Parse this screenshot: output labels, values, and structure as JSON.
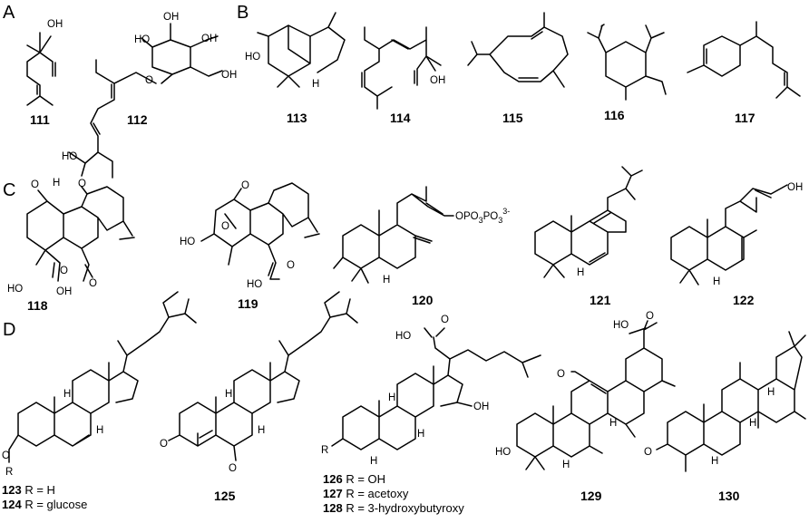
{
  "panels": [
    "A",
    "B",
    "C",
    "D"
  ],
  "compounds": {
    "c111": "111",
    "c112": "112",
    "c113": "113",
    "c114": "114",
    "c115": "115",
    "c116": "116",
    "c117": "117",
    "c118": "118",
    "c119": "119",
    "c120": "120",
    "c121": "121",
    "c122": "122",
    "c125": "125",
    "c129": "129",
    "c130": "130"
  },
  "atoms": {
    "oh": "OH",
    "ho": "HO",
    "o": "O",
    "h": "H",
    "r": "R",
    "opp_a": "OPO",
    "opp_b": "3",
    "opp_c": "PO",
    "opp_d": "3",
    "opp_e": "3-"
  },
  "rgroups": {
    "r123": {
      "num": "123",
      "text": " R = H"
    },
    "r124": {
      "num": "124",
      "text": " R = glucose"
    },
    "r126": {
      "num": "126",
      "text": " R = OH"
    },
    "r127": {
      "num": "127",
      "text": " R = acetoxy"
    },
    "r128": {
      "num": "128",
      "text": " R = 3-hydroxybutyroxy"
    }
  }
}
